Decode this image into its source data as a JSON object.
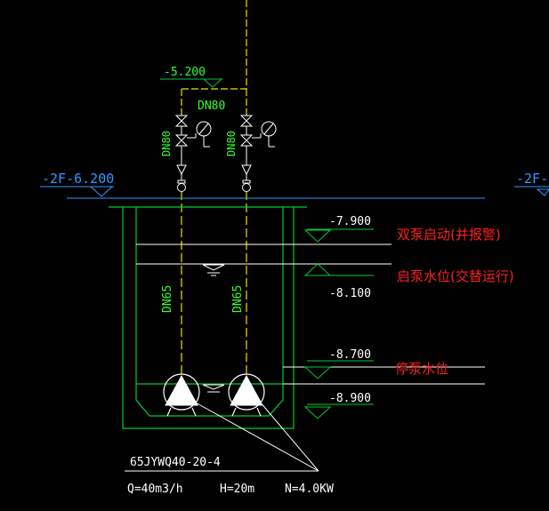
{
  "colors": {
    "background": "#000000",
    "structure": "#00cc33",
    "pipe_yellow": "#e6e600",
    "white": "#ffffff",
    "level_label": "#ffffff",
    "annotation_red": "#ff2020",
    "elevation_blue": "#3399ff",
    "green_text": "#33ff33"
  },
  "elevations": {
    "top_pipe": "-5.200",
    "floor_left": "-2F-6.200",
    "floor_right": "-2F-",
    "level_1": "-7.900",
    "level_2": "-8.100",
    "level_3": "-8.700",
    "level_4": "-8.900"
  },
  "pipes": {
    "top_size": "DN80",
    "left_valve_size": "DN80",
    "right_valve_size": "DN80",
    "left_riser": "DN65",
    "right_riser": "DN65"
  },
  "annotations": {
    "dual_pump_start": "双泵启动(并报警)",
    "pump_start_level": "启泵水位(交替运行)",
    "pump_stop_level": "停泵水位"
  },
  "pump_spec": {
    "model": "65JYWQ40-20-4",
    "flow": "Q=40m3/h",
    "head": "H=20m",
    "power": "N=4.0KW"
  },
  "icons": [
    "gate-valve-icon",
    "check-valve-icon",
    "pressure-gauge-icon",
    "submersible-pump-icon",
    "water-level-icon",
    "elevation-marker-icon"
  ]
}
